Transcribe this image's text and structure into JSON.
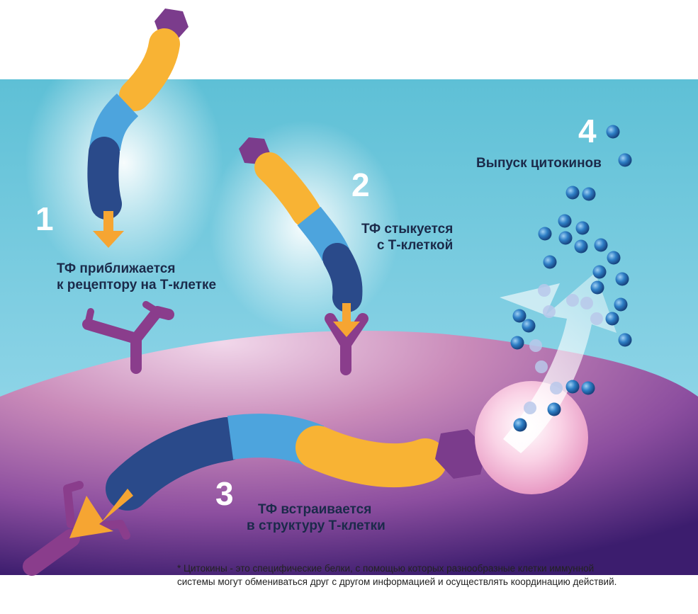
{
  "steps": [
    {
      "number": "1",
      "lines": [
        "ТФ приближается",
        "к рецептору на Т-клетке"
      ]
    },
    {
      "number": "2",
      "lines": [
        "ТФ стыкуется",
        "с Т-клеткой"
      ]
    },
    {
      "number": "3",
      "lines": [
        "ТФ встраивается",
        "в структуру Т-клетки"
      ]
    },
    {
      "number": "4",
      "lines": [
        "Выпуск цитокинов"
      ]
    }
  ],
  "footnote": {
    "lines": [
      "* Цитокины - это специфические белки, с помощью которых разнообразные клетки иммунной",
      "системы могут обмениваться друг с другом информацией и осуществлять координацию действий."
    ]
  },
  "colors": {
    "background_top": "#ffffff",
    "fluid": "#5fc3d8",
    "cell_membrane": "#b86aa6",
    "cell_deep": "#5a2a82",
    "receptor": "#8a3d8c",
    "hexagon": "#7b3c8c",
    "segment_orange": "#f8b334",
    "segment_light_blue": "#4da4dd",
    "segment_dark_blue": "#2a4a8a",
    "arrow": "#f6a532",
    "cytokine": "#2b7fc4",
    "release_sphere": "#f7c4dd"
  },
  "icons": [
    "hexagon-head-icon",
    "receptor-icon",
    "arrow-down-icon",
    "release-arrow-icon",
    "cytokine-dot-icon"
  ]
}
